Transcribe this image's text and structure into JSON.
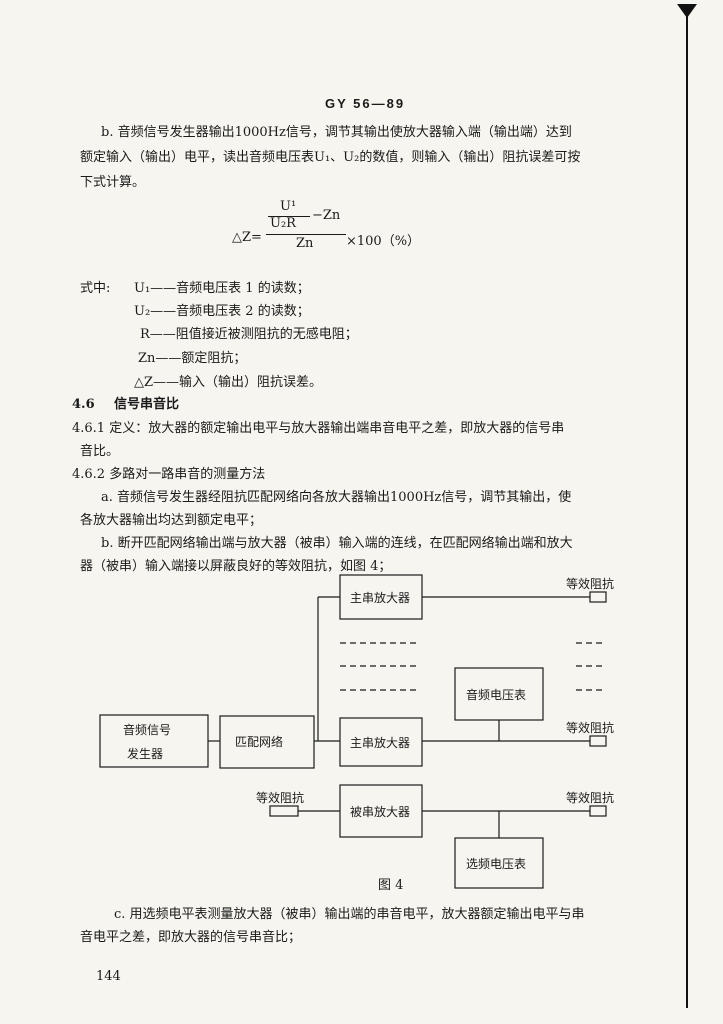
{
  "header": {
    "code": "GY 56—89"
  },
  "para_b1": {
    "line1": "b.  音频信号发生器输出1000Hz信号，调节其输出使放大器输入端（输出端）达到",
    "line2": "额定输入（输出）电平，读出音频电压表U₁、U₂的数值，则输入（输出）阻抗误差可按",
    "line3": "下式计算。"
  },
  "formula": {
    "lhs": "△Z=",
    "numerator_top": "U¹",
    "numerator_mid": "U₂R",
    "minus_zn": "−Zn",
    "denominator": "Zn",
    "times": "×100（%）"
  },
  "legend": {
    "intro": "式中:",
    "items": [
      "U₁——音频电压表 1 的读数；",
      "U₂——音频电压表 2 的读数；",
      "R——阻值接近被测阻抗的无感电阻；",
      "Zn——额定阻抗；",
      "△Z——输入（输出）阻抗误差。"
    ]
  },
  "section": {
    "num": "4.6",
    "title": "信号串音比"
  },
  "s461": {
    "line1": "4.6.1  定义：放大器的额定输出电平与放大器输出端串音电平之差，即放大器的信号串",
    "line2": "音比。"
  },
  "s462": {
    "line": "4.6.2  多路对一路串音的测量方法"
  },
  "para_a": {
    "line1": "a.  音频信号发生器经阻抗匹配网络向各放大器输出1000Hz信号，调节其输出，使",
    "line2": "各放大器输出均达到额定电平；"
  },
  "para_b2": {
    "line1": "b.  断开匹配网络输出端与放大器（被串）输入端的连线，在匹配网络输出端和放大",
    "line2": "器（被串）输入端接以屏蔽良好的等效阻抗，如图 4；"
  },
  "diagram": {
    "generator_l1": "音频信号",
    "generator_l2": "发生器",
    "matching": "匹配网络",
    "amp_main_top": "主串放大器",
    "amp_main_bottom": "主串放大器",
    "amp_victim": "被串放大器",
    "voltmeter": "音频电压表",
    "selective_meter": "选频电压表",
    "load_top": "等效阻抗",
    "load_mid": "等效阻抗",
    "load_victim_in": "等效阻抗",
    "load_victim_out": "等效阻抗",
    "caption": "图 4"
  },
  "para_c": {
    "line1": "c.  用选频电平表测量放大器（被串）输出端的串音电平，放大器额定输出电平与串",
    "line2": "音电平之差，即放大器的信号串音比；"
  },
  "page_number": "144"
}
